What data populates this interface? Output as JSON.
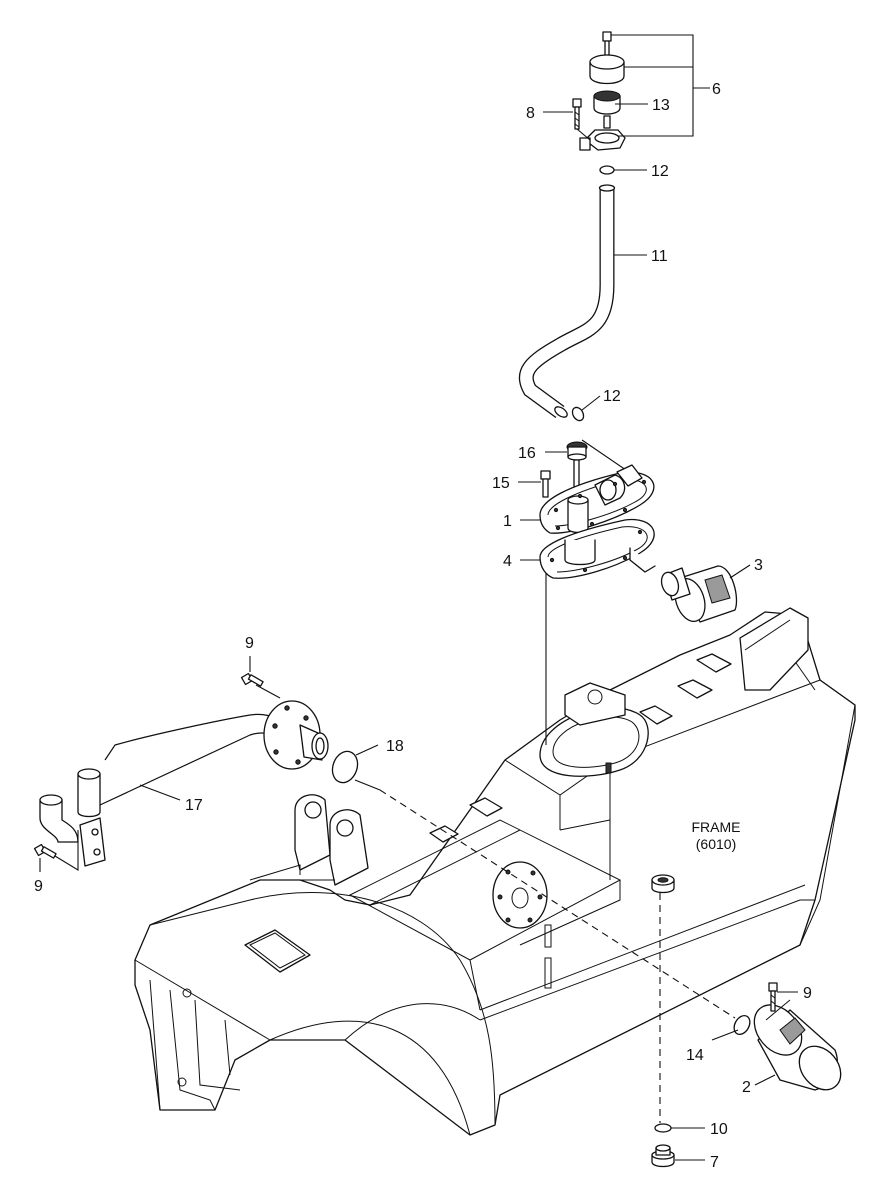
{
  "callouts": {
    "c1": "1",
    "c2": "2",
    "c3": "3",
    "c4": "4",
    "c6": "6",
    "c7": "7",
    "c8": "8",
    "c9a": "9",
    "c9b": "9",
    "c9c": "9",
    "c10": "10",
    "c11": "11",
    "c12a": "12",
    "c12b": "12",
    "c13": "13",
    "c14": "14",
    "c15": "15",
    "c16": "16",
    "c17": "17",
    "c18": "18"
  },
  "frame_label": {
    "line1": "FRAME",
    "line2": "(6010)"
  }
}
